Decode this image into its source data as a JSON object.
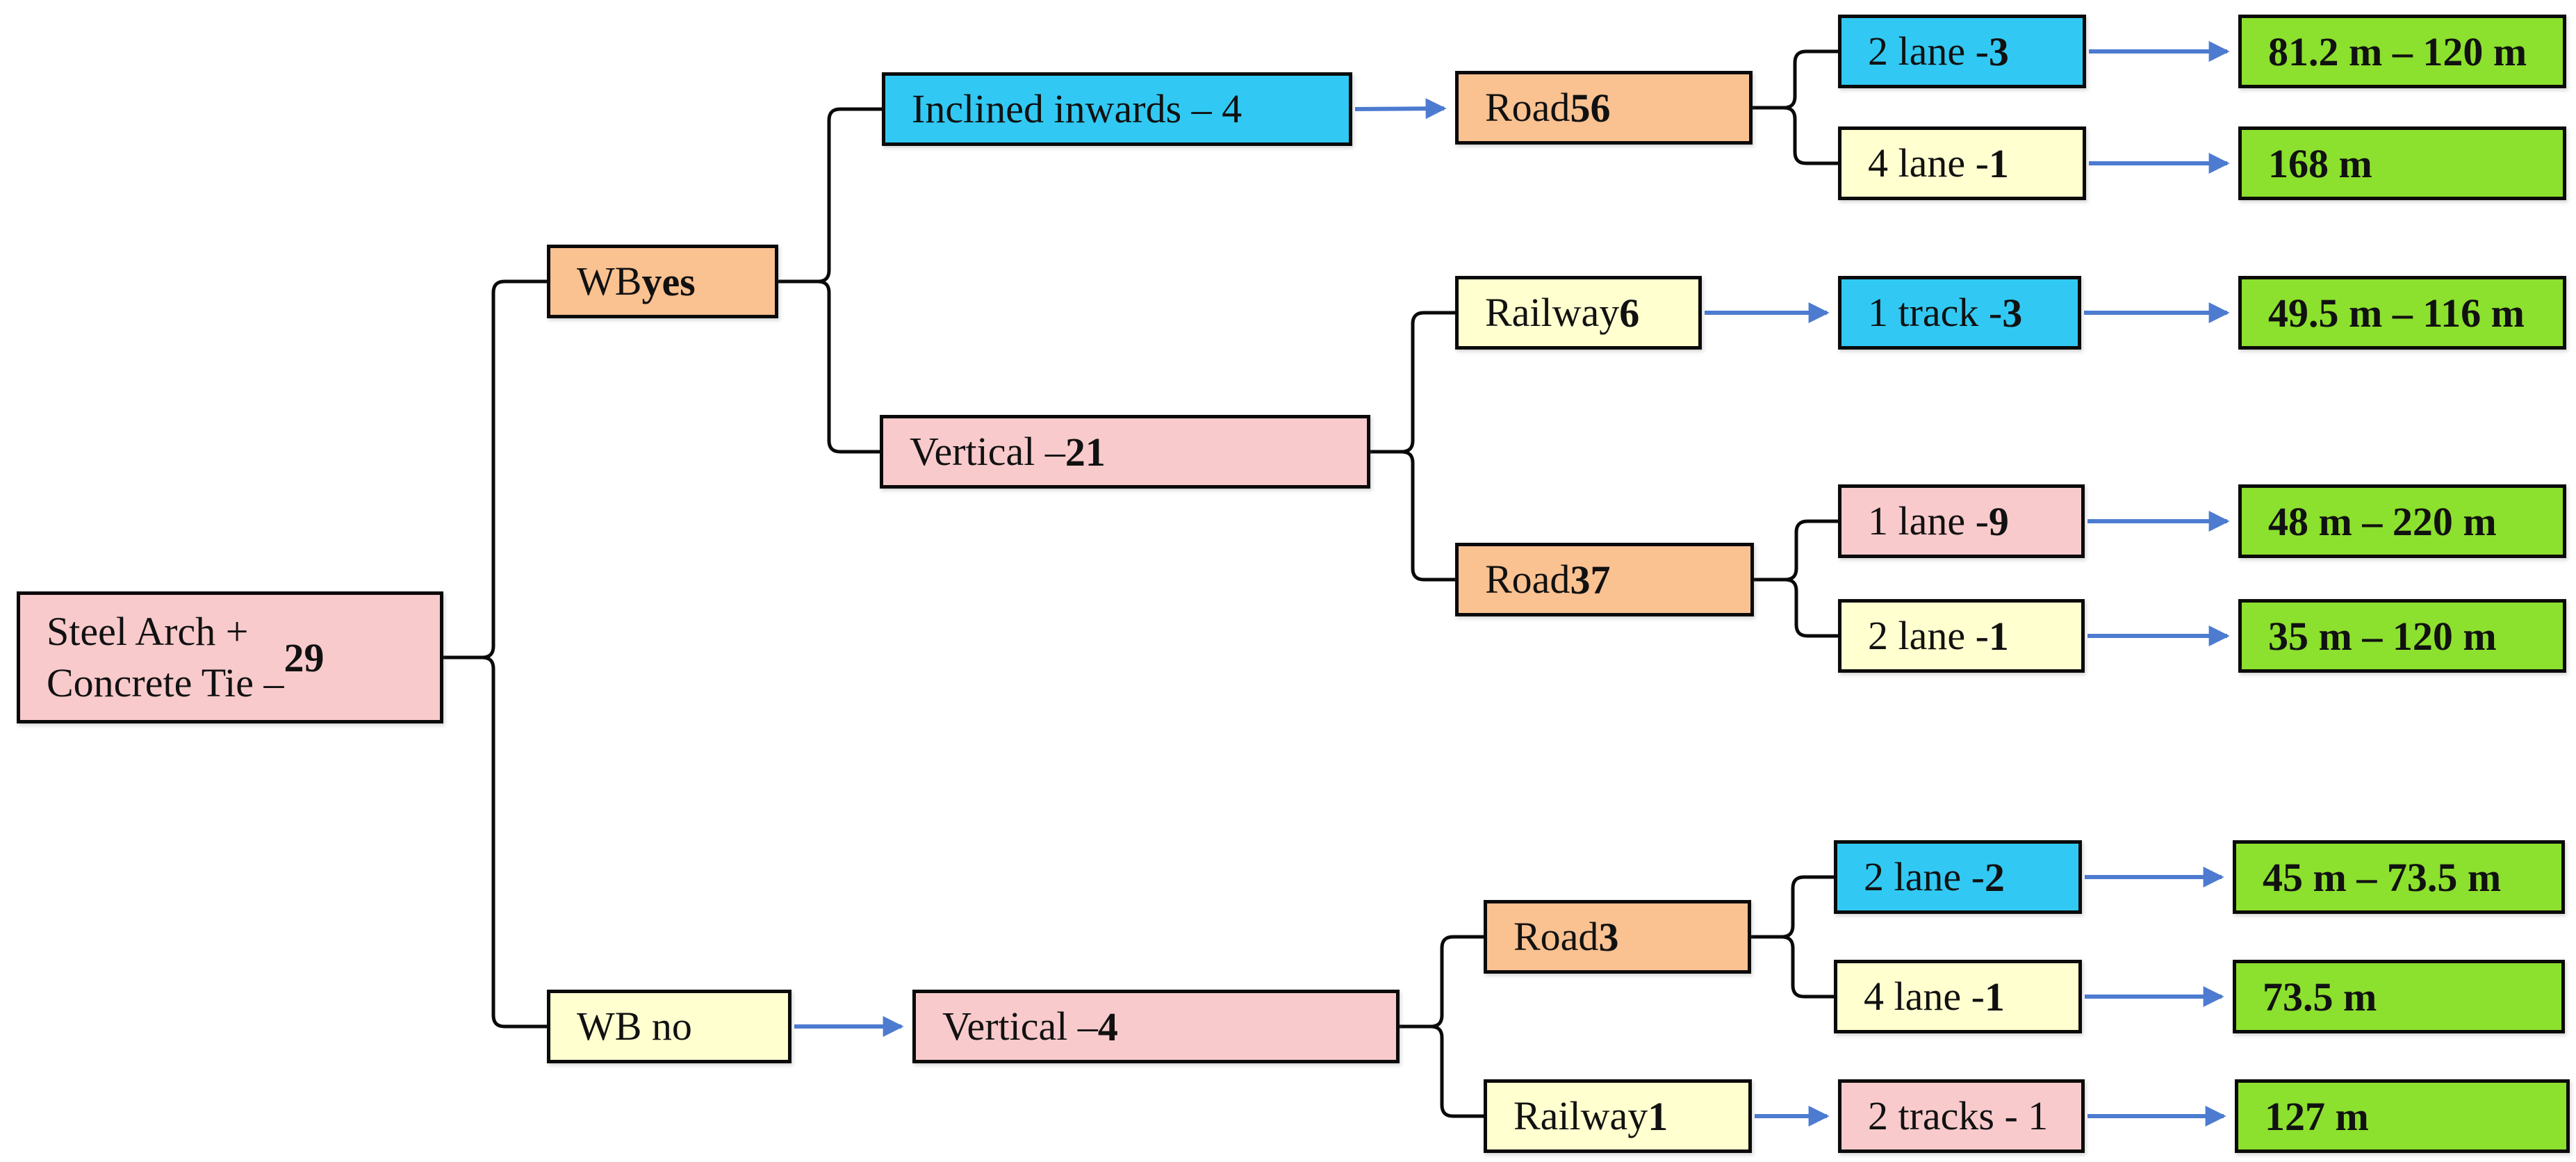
{
  "colors": {
    "pink": "#F8CACB",
    "orange": "#FAC191",
    "blue": "#31C9F3",
    "cream": "#FFFFCF",
    "green": "#8CE02E",
    "wire": "#0a0a0a",
    "arrow": "#4d7bd0"
  },
  "diagram": {
    "nodes": {
      "root": {
        "text": "Steel Arch +\nConcrete Tie – ",
        "bold": "29"
      },
      "wb_yes": {
        "text": "WB ",
        "bold": "yes"
      },
      "wb_no": {
        "text": "WB no",
        "bold": ""
      },
      "inclined": {
        "text": "Inclined inwards – 4",
        "bold": ""
      },
      "vertical_21": {
        "text": "Vertical – ",
        "bold": "21"
      },
      "road_56": {
        "text": "Road ",
        "bold": "56"
      },
      "lane2_3": {
        "text": "2 lane - ",
        "bold": "3"
      },
      "range_81": {
        "text": "",
        "bold": "81.2 m – 120 m"
      },
      "lane4_1a": {
        "text": "4 lane - ",
        "bold": "1"
      },
      "range_168": {
        "text": "",
        "bold": "168 m"
      },
      "railway_6": {
        "text": "Railway ",
        "bold": "6"
      },
      "track1_3": {
        "text": "1 track - ",
        "bold": "3"
      },
      "range_49": {
        "text": "",
        "bold": "49.5 m – 116 m"
      },
      "road_37": {
        "text": "Road ",
        "bold": "37"
      },
      "lane1_9": {
        "text": "1 lane - ",
        "bold": "9"
      },
      "range_48": {
        "text": "",
        "bold": "48 m – 220 m"
      },
      "lane2_1": {
        "text": "2 lane - ",
        "bold": "1"
      },
      "range_35": {
        "text": "",
        "bold": "35 m – 120 m"
      },
      "vertical_4": {
        "text": "Vertical – ",
        "bold": "4"
      },
      "road_3": {
        "text": "Road ",
        "bold": "3"
      },
      "lane2_2": {
        "text": "2 lane - ",
        "bold": "2"
      },
      "range_45": {
        "text": "",
        "bold": "45 m – 73.5 m"
      },
      "lane4_1b": {
        "text": "4 lane - ",
        "bold": "1"
      },
      "range_73": {
        "text": "",
        "bold": "73.5 m"
      },
      "railway_1": {
        "text": "Railway ",
        "bold": "1"
      },
      "tracks2_1": {
        "text": "2 tracks - 1",
        "bold": ""
      },
      "range_127": {
        "text": "",
        "bold": "127 m"
      }
    }
  }
}
